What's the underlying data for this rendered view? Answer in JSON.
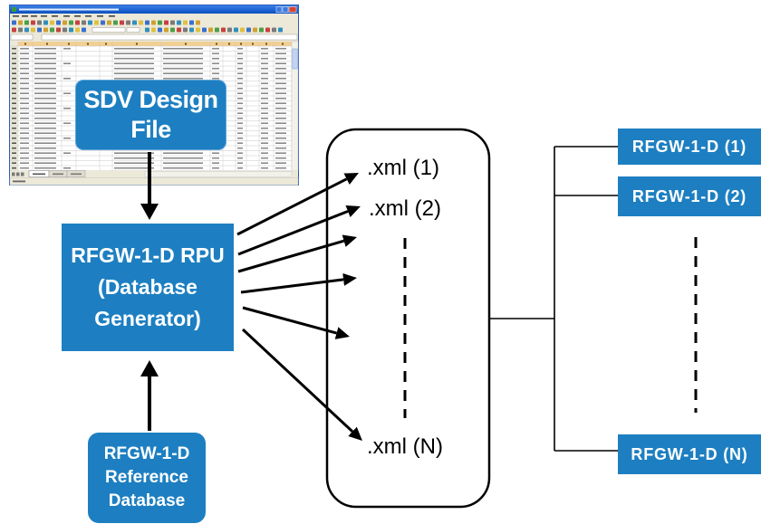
{
  "diagram": {
    "sdv_design_file": {
      "lines": [
        "SDV Design",
        "File"
      ]
    },
    "database_generator": {
      "lines": [
        "RFGW-1-D RPU",
        "(Database",
        "Generator)"
      ]
    },
    "reference_database": {
      "lines": [
        "RFGW-1-D",
        "Reference",
        "Database"
      ]
    },
    "xml_files": [
      ".xml (1)",
      ".xml (2)",
      ".xml (N)"
    ],
    "devices": [
      "RFGW-1-D (1)",
      "RFGW-1-D (2)",
      "RFGW-1-D (N)"
    ]
  },
  "icons": {
    "design_file_thumbnail": "spreadsheet-screenshot"
  },
  "colors": {
    "box_fill": "#1d7fc1",
    "box_text": "#ffffff",
    "connector": "#000000",
    "background": "#ffffff"
  }
}
